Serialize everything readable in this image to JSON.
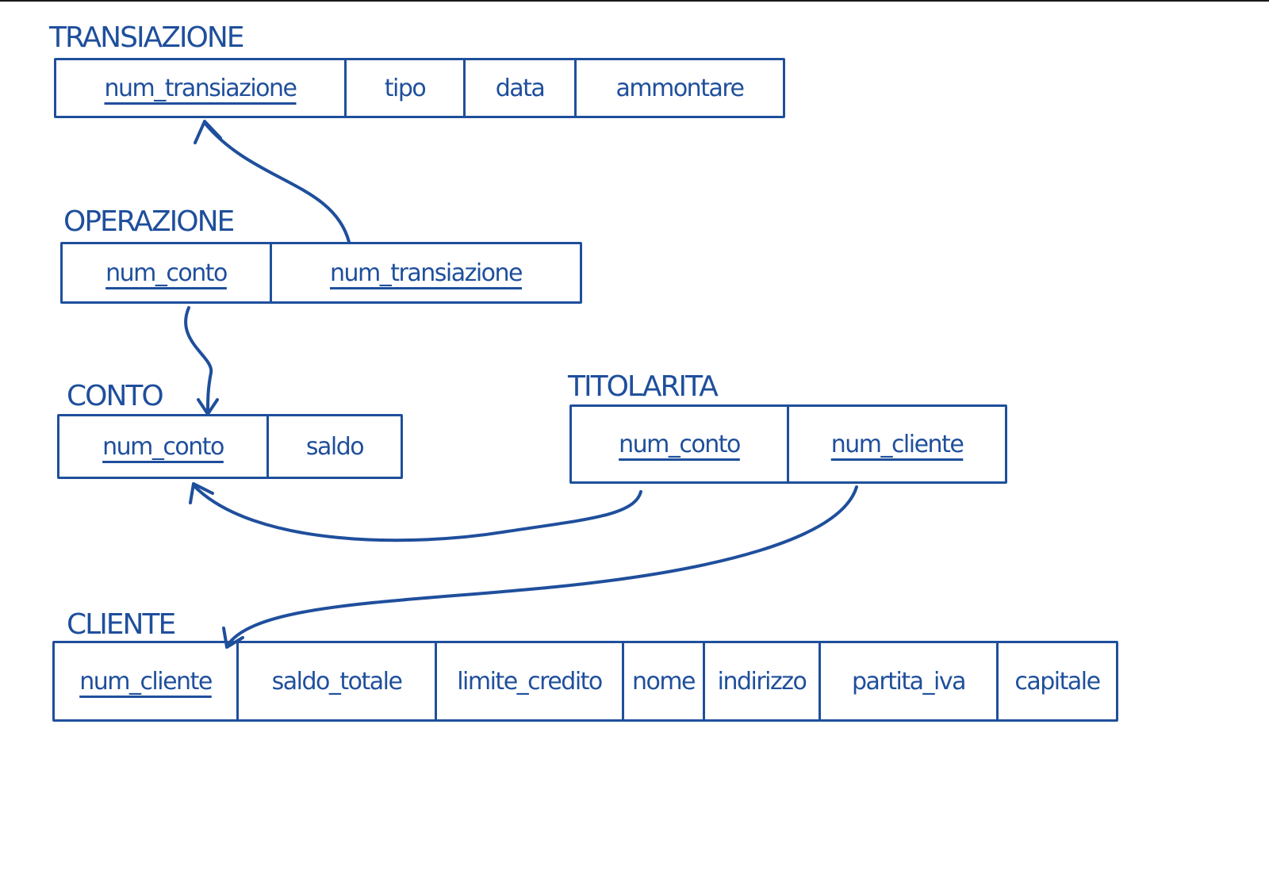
{
  "colors": {
    "ink": "#1f4f9c",
    "rule": "#1a1a1a",
    "background": "#ffffff"
  },
  "tables": {
    "transiazione": {
      "name": "TRANSIAZIONE",
      "fields": [
        {
          "label": "num_transiazione",
          "pk": true
        },
        {
          "label": "tipo",
          "pk": false
        },
        {
          "label": "data",
          "pk": false
        },
        {
          "label": "ammontare",
          "pk": false
        }
      ]
    },
    "operazione": {
      "name": "OPERAZIONE",
      "fields": [
        {
          "label": "num_conto",
          "pk": true
        },
        {
          "label": "num_transiazione",
          "pk": true
        }
      ]
    },
    "conto": {
      "name": "CONTO",
      "fields": [
        {
          "label": "num_conto",
          "pk": true
        },
        {
          "label": "saldo",
          "pk": false
        }
      ]
    },
    "titolarita": {
      "name": "TITOLARITA",
      "fields": [
        {
          "label": "num_conto",
          "pk": true
        },
        {
          "label": "num_cliente",
          "pk": true
        }
      ]
    },
    "cliente": {
      "name": "CLIENTE",
      "fields": [
        {
          "label": "num_cliente",
          "pk": true
        },
        {
          "label": "saldo_totale",
          "pk": false
        },
        {
          "label": "limite_credito",
          "pk": false
        },
        {
          "label": "nome",
          "pk": false
        },
        {
          "label": "indirizzo",
          "pk": false
        },
        {
          "label": "partita_iva",
          "pk": false
        },
        {
          "label": "capitale",
          "pk": false
        }
      ]
    }
  },
  "references": [
    {
      "from": "operazione.num_transiazione",
      "to": "transiazione.num_transiazione"
    },
    {
      "from": "operazione.num_conto",
      "to": "conto.num_conto"
    },
    {
      "from": "titolarita.num_conto",
      "to": "conto.num_conto"
    },
    {
      "from": "titolarita.num_cliente",
      "to": "cliente.num_cliente"
    }
  ]
}
